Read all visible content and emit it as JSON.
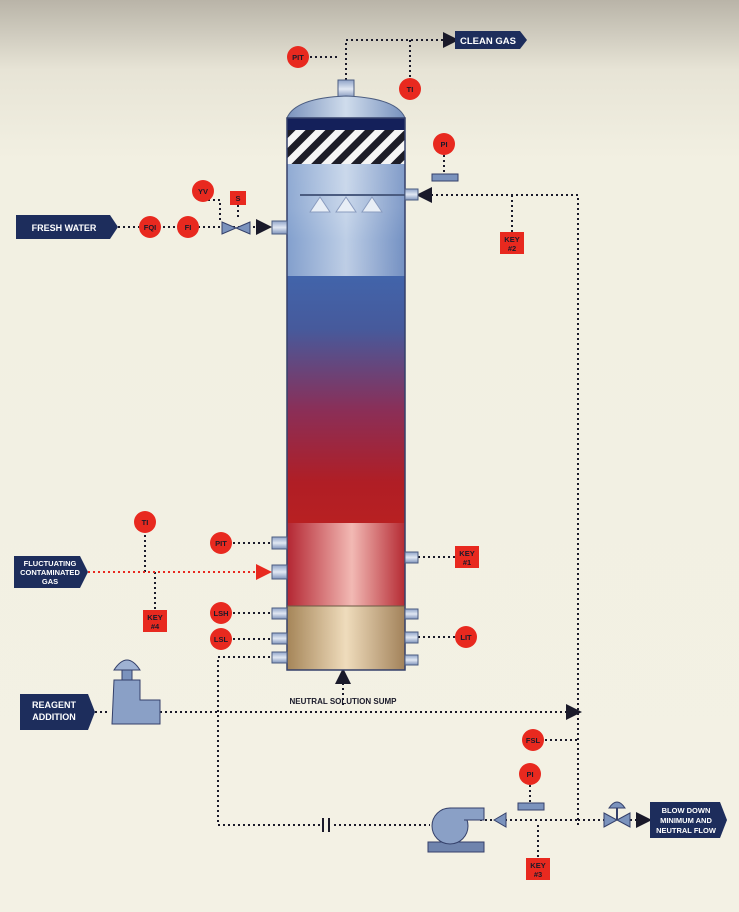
{
  "labels": {
    "clean_gas": "CLEAN GAS",
    "fresh_water": "FRESH WATER",
    "fluctuating_gas": [
      "FLUCTUATING",
      "CONTAMINATED",
      "GAS"
    ],
    "reagent_addition": [
      "REAGENT",
      "ADDITION"
    ],
    "blow_down": [
      "BLOW DOWN",
      "MINIMUM AND",
      "NEUTRAL FLOW"
    ],
    "neutral_solution_sump": "NEUTRAL SOLUTION SUMP"
  },
  "instruments": {
    "pit_top": "PIT",
    "ti_top": "TI",
    "pi_top": "PI",
    "yv": "YV",
    "s": "S",
    "fqi": "FQI",
    "fi": "FI",
    "ti_left": "TI",
    "pit_mid": "PIT",
    "lsh": "LSH",
    "lsl": "LSL",
    "lit": "LIT",
    "fsl": "FSL",
    "pi_bottom": "PI"
  },
  "keys": {
    "key1": [
      "KEY",
      "#1"
    ],
    "key2": [
      "KEY",
      "#2"
    ],
    "key3": [
      "KEY",
      "#3"
    ],
    "key4": [
      "KEY",
      "#4"
    ]
  },
  "colors": {
    "instrument_red": "#e8291f",
    "label_navy": "#1d2d5c",
    "line_dotted": "#1a1a2a",
    "gas_line_red": "#e8291f"
  }
}
